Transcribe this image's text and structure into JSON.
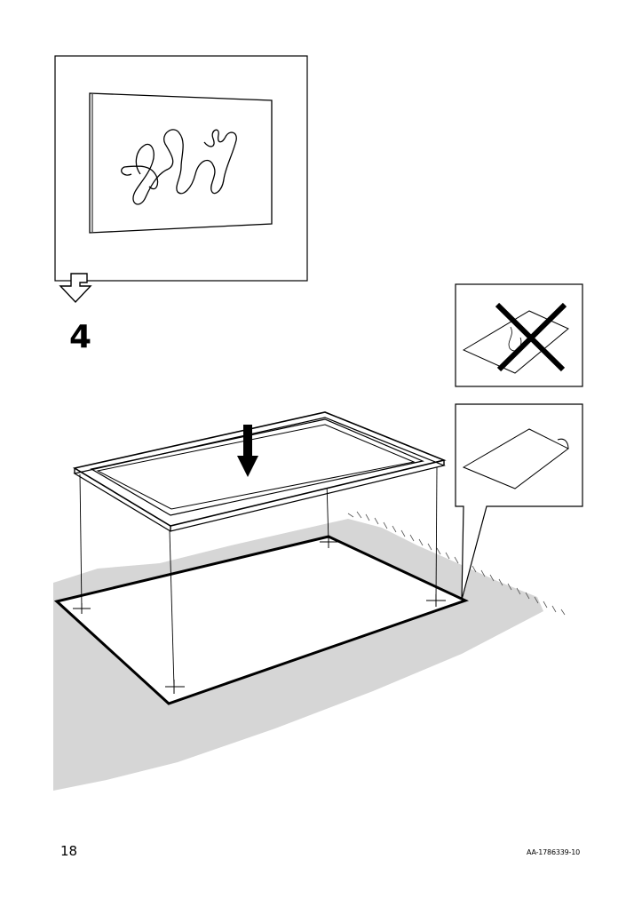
{
  "step": {
    "number": "4"
  },
  "footer": {
    "page_number": "18",
    "document_code": "AA-1786339-10"
  },
  "colors": {
    "ink": "#000000",
    "rug_fill": "#d6d6d6",
    "paper": "#ffffff"
  },
  "icons": [
    "previous-step-frame",
    "next-step-arrow-icon",
    "press-down-arrow-icon",
    "wrong-creased-print-icon",
    "correct-flat-print-icon"
  ]
}
